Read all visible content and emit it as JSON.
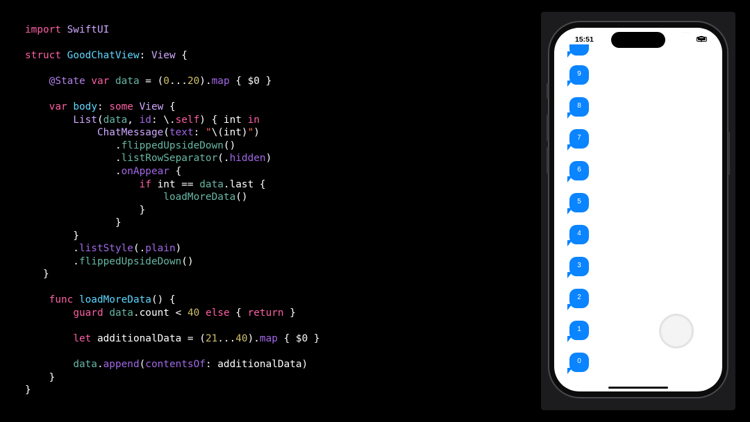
{
  "code": {
    "lines": [
      [
        [
          "import",
          "kw"
        ],
        [
          " SwiftUI",
          "ty"
        ]
      ],
      [],
      [
        [
          "struct",
          "kw"
        ],
        [
          " ",
          ""
        ],
        [
          "GoodChatView",
          "nt"
        ],
        [
          ": ",
          ""
        ],
        [
          "View",
          "ty"
        ],
        [
          " {",
          ""
        ]
      ],
      [],
      [
        [
          "    ",
          ""
        ],
        [
          "@State",
          "at"
        ],
        [
          " ",
          ""
        ],
        [
          "var",
          "kw"
        ],
        [
          " ",
          ""
        ],
        [
          "data",
          "fn"
        ],
        [
          " = (",
          ""
        ],
        [
          "0",
          "nu"
        ],
        [
          "...",
          ""
        ],
        [
          "20",
          "nu"
        ],
        [
          ").",
          ""
        ],
        [
          "map",
          "pm"
        ],
        [
          " { $0 }",
          ""
        ]
      ],
      [],
      [
        [
          "    ",
          ""
        ],
        [
          "var",
          "kw"
        ],
        [
          " ",
          ""
        ],
        [
          "body",
          "nt"
        ],
        [
          ": ",
          ""
        ],
        [
          "some",
          "kw"
        ],
        [
          " ",
          ""
        ],
        [
          "View",
          "ty"
        ],
        [
          " {",
          ""
        ]
      ],
      [
        [
          "        ",
          ""
        ],
        [
          "List",
          "ty"
        ],
        [
          "(",
          ""
        ],
        [
          "data",
          "fn"
        ],
        [
          ", ",
          ""
        ],
        [
          "id",
          "pm"
        ],
        [
          ": \\.",
          ""
        ],
        [
          "self",
          "kw"
        ],
        [
          ") { int ",
          ""
        ],
        [
          "in",
          "kw"
        ]
      ],
      [
        [
          "            ",
          ""
        ],
        [
          "ChatMessage",
          "ty"
        ],
        [
          "(",
          ""
        ],
        [
          "text",
          "pm"
        ],
        [
          ": ",
          ""
        ],
        [
          "\"",
          "st"
        ],
        [
          "\\(int)",
          ""
        ],
        [
          "\"",
          "st"
        ],
        [
          ")",
          ""
        ]
      ],
      [
        [
          "               .",
          ""
        ],
        [
          "flippedUpsideDown",
          "fn"
        ],
        [
          "()",
          ""
        ]
      ],
      [
        [
          "               .",
          ""
        ],
        [
          "listRowSeparator",
          "fn"
        ],
        [
          "(.",
          ""
        ],
        [
          "hidden",
          "pm"
        ],
        [
          ")",
          ""
        ]
      ],
      [
        [
          "               .",
          ""
        ],
        [
          "onAppear",
          "pm"
        ],
        [
          " {",
          ""
        ]
      ],
      [
        [
          "                   ",
          ""
        ],
        [
          "if",
          "kw"
        ],
        [
          " int == ",
          ""
        ],
        [
          "data",
          "fn"
        ],
        [
          ".last {",
          ""
        ]
      ],
      [
        [
          "                       ",
          ""
        ],
        [
          "loadMoreData",
          "fn"
        ],
        [
          "()",
          ""
        ]
      ],
      [
        [
          "                   }",
          ""
        ]
      ],
      [
        [
          "               }",
          ""
        ]
      ],
      [
        [
          "        }",
          ""
        ]
      ],
      [
        [
          "        .",
          ""
        ],
        [
          "listStyle",
          "pm"
        ],
        [
          "(.",
          ""
        ],
        [
          "plain",
          "pm"
        ],
        [
          ")",
          ""
        ]
      ],
      [
        [
          "        .",
          ""
        ],
        [
          "flippedUpsideDown",
          "fn"
        ],
        [
          "()",
          ""
        ]
      ],
      [
        [
          "   }",
          ""
        ]
      ],
      [],
      [
        [
          "    ",
          ""
        ],
        [
          "func",
          "kw"
        ],
        [
          " ",
          ""
        ],
        [
          "loadMoreData",
          "nt"
        ],
        [
          "() {",
          ""
        ]
      ],
      [
        [
          "        ",
          ""
        ],
        [
          "guard",
          "kw"
        ],
        [
          " ",
          ""
        ],
        [
          "data",
          "fn"
        ],
        [
          ".count < ",
          ""
        ],
        [
          "40",
          "nu"
        ],
        [
          " ",
          ""
        ],
        [
          "else",
          "kw"
        ],
        [
          " { ",
          ""
        ],
        [
          "return",
          "kw"
        ],
        [
          " }",
          ""
        ]
      ],
      [],
      [
        [
          "        ",
          ""
        ],
        [
          "let",
          "kw"
        ],
        [
          " additionalData = (",
          ""
        ],
        [
          "21",
          "nu"
        ],
        [
          "...",
          ""
        ],
        [
          "40",
          "nu"
        ],
        [
          ").",
          ""
        ],
        [
          "map",
          "pm"
        ],
        [
          " { $0 }",
          ""
        ]
      ],
      [],
      [
        [
          "        ",
          ""
        ],
        [
          "data",
          "fn"
        ],
        [
          ".",
          ""
        ],
        [
          "append",
          "pm"
        ],
        [
          "(",
          ""
        ],
        [
          "contentsOf",
          "pm"
        ],
        [
          ": additionalData)",
          ""
        ]
      ],
      [
        [
          "    }",
          ""
        ]
      ],
      [
        [
          "}",
          ""
        ]
      ]
    ]
  },
  "simulator": {
    "time": "15:51",
    "signal": "....",
    "messages": [
      "9",
      "8",
      "7",
      "6",
      "5",
      "4",
      "3",
      "2",
      "1",
      "0"
    ]
  }
}
